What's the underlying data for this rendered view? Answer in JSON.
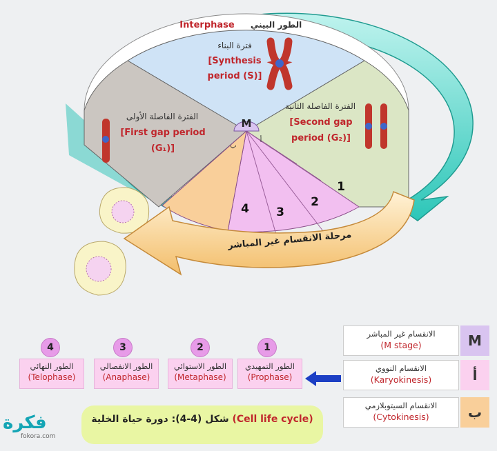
{
  "cycle": {
    "interphase_label": "Interphase",
    "interphase_ar": "الطور البيني",
    "synthesis": {
      "ar": "فترة البناء",
      "en_line1": "[Synthesis",
      "en_line2": "period (S)]"
    },
    "g2": {
      "ar": "الفترة الفاصلة الثانية",
      "en_line1": "[Second gap",
      "en_line2": "period (G₂)]"
    },
    "g1": {
      "ar": "الفترة الفاصلة الأولى",
      "en_line1": "[First gap period",
      "en_line2": "(G₁)]"
    },
    "m_label": "M",
    "m_sub_a": "أ",
    "m_sub_b": "ب",
    "phase_numbers": [
      "1",
      "2",
      "3",
      "4"
    ],
    "arrow_text": "مرحلة الانقسام غير المباشر"
  },
  "phases": [
    {
      "num": "1",
      "ar": "الطور التمهيدي",
      "en": "(Prophase)"
    },
    {
      "num": "2",
      "ar": "الطور الاستوائي",
      "en": "(Metaphase)"
    },
    {
      "num": "3",
      "ar": "الطور الانفصالي",
      "en": "(Anaphase)"
    },
    {
      "num": "4",
      "ar": "الطور النهائي",
      "en": "(Telophase)"
    }
  ],
  "legend": [
    {
      "key": "M",
      "ar": "الانقسام غير المباشر",
      "en": "(M stage)",
      "color": "#d9c4f0"
    },
    {
      "key": "أ",
      "ar": "الانقسام النووي",
      "en": "(Karyokinesis)",
      "color": "#fbd1ef"
    },
    {
      "key": "ب",
      "ar": "الانقسام السيتوبلازمي",
      "en": "(Cytokinesis)",
      "color": "#f9cf9a"
    }
  ],
  "caption": {
    "ar": "شكل (4-4): دورة حياة الخلية",
    "en": "(Cell life cycle)"
  },
  "watermark": {
    "logo": "فكرة",
    "url": "fokora.com"
  },
  "colors": {
    "synthesis": "#cfe3f6",
    "g2": "#dbe6c5",
    "g1": "#cbc6c1",
    "mitosis": "#f2bff0",
    "cytokinesis": "#f9cf9a",
    "ring": "#4dd6c9",
    "arrow": "#fbd79b",
    "red_text": "#c0262c"
  }
}
